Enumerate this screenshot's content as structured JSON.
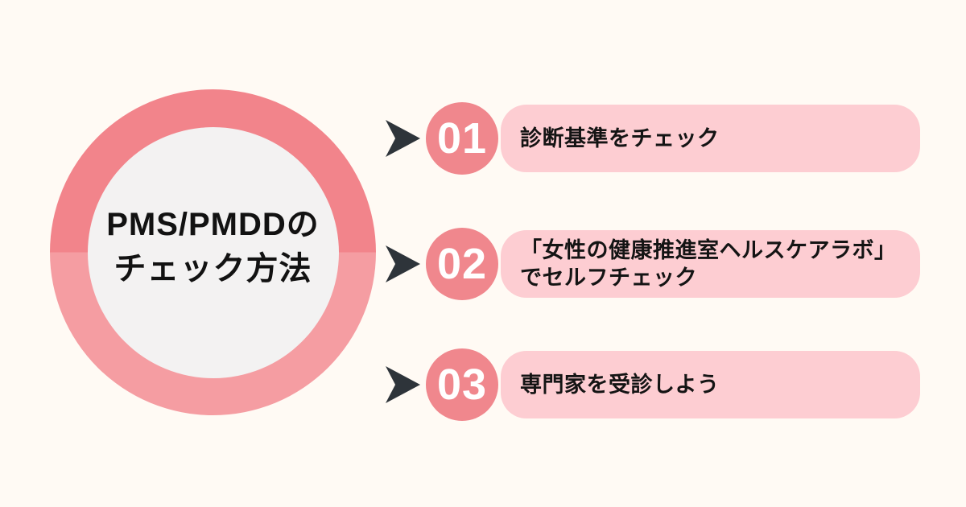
{
  "canvas": {
    "background_color": "#FFFAF4"
  },
  "hub": {
    "title_lines": [
      "PMS/PMDDの",
      "チェック方法"
    ],
    "colors": {
      "ring_top": "#F2848B",
      "ring_bottom": "#F59DA2",
      "inner_circle": "#F3F2F2",
      "text": "#121212"
    }
  },
  "steps": [
    {
      "number": "01",
      "lines": [
        "診断基準をチェック"
      ]
    },
    {
      "number": "02",
      "lines": [
        "「女性の健康推進室ヘルスケアラボ」",
        "でセルフチェック"
      ]
    },
    {
      "number": "03",
      "lines": [
        "専門家を受診しよう"
      ]
    }
  ],
  "step_colors": {
    "arrow": "#2E343A",
    "number_badge": "#F0878D",
    "number_text": "#FFFFFF",
    "label_bar": "#FDCDD2",
    "label_text": "#141414"
  }
}
